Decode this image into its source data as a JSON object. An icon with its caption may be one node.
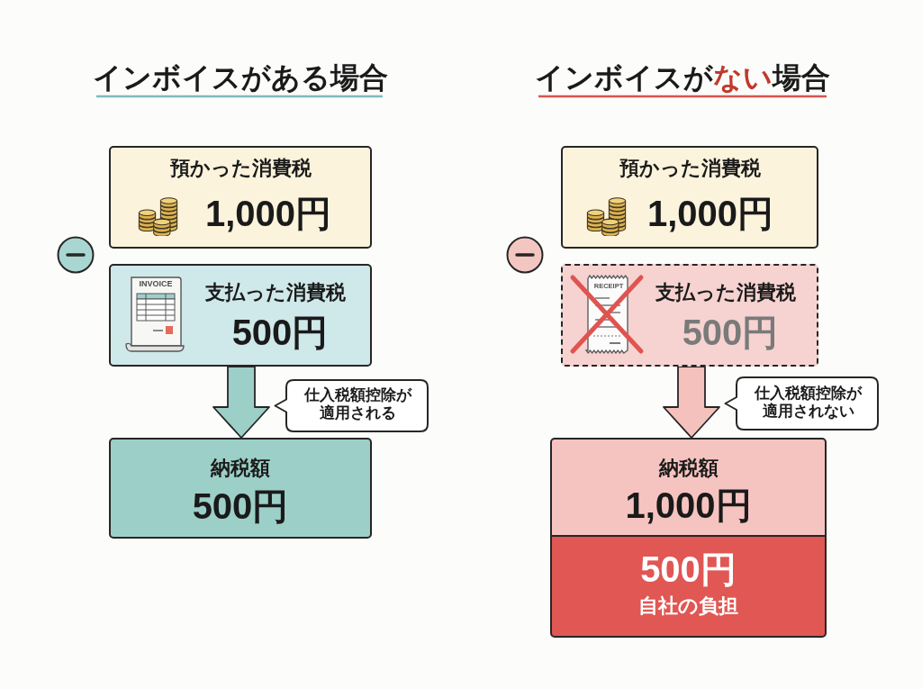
{
  "diagram": {
    "nodes": [
      {
        "text": [
          "預かった消費税",
          "1,000円"
        ]
      },
      {
        "text": [
          "INVOICE",
          "支払った消費税",
          "500円"
        ]
      },
      {
        "text": [
          "仕入税額控除が適用される"
        ]
      },
      {
        "text": [
          "納税額",
          "500円"
        ]
      },
      {
        "text": [
          "預かった消費税",
          "1,000円"
        ]
      },
      {
        "text": [
          "RECEIPT",
          "支払った消費税",
          "500円"
        ]
      },
      {
        "text": [
          "仕入税額控除が適用されない"
        ]
      },
      {
        "text": [
          "納税額",
          "1,000円"
        ]
      },
      {
        "text": [
          "500円",
          "自社の負担"
        ]
      }
    ],
    "edges": [
      {
        "from": 1,
        "to": 3,
        "arrow": "to",
        "style": "thick",
        "color": "#9ccfc7"
      },
      {
        "from": 5,
        "to": 7,
        "arrow": "to",
        "style": "thick",
        "color": "#f5c1bc"
      }
    ],
    "labels": [
      "インボイスがある場合",
      "インボイスが**ない**場合"
    ]
  }
}
